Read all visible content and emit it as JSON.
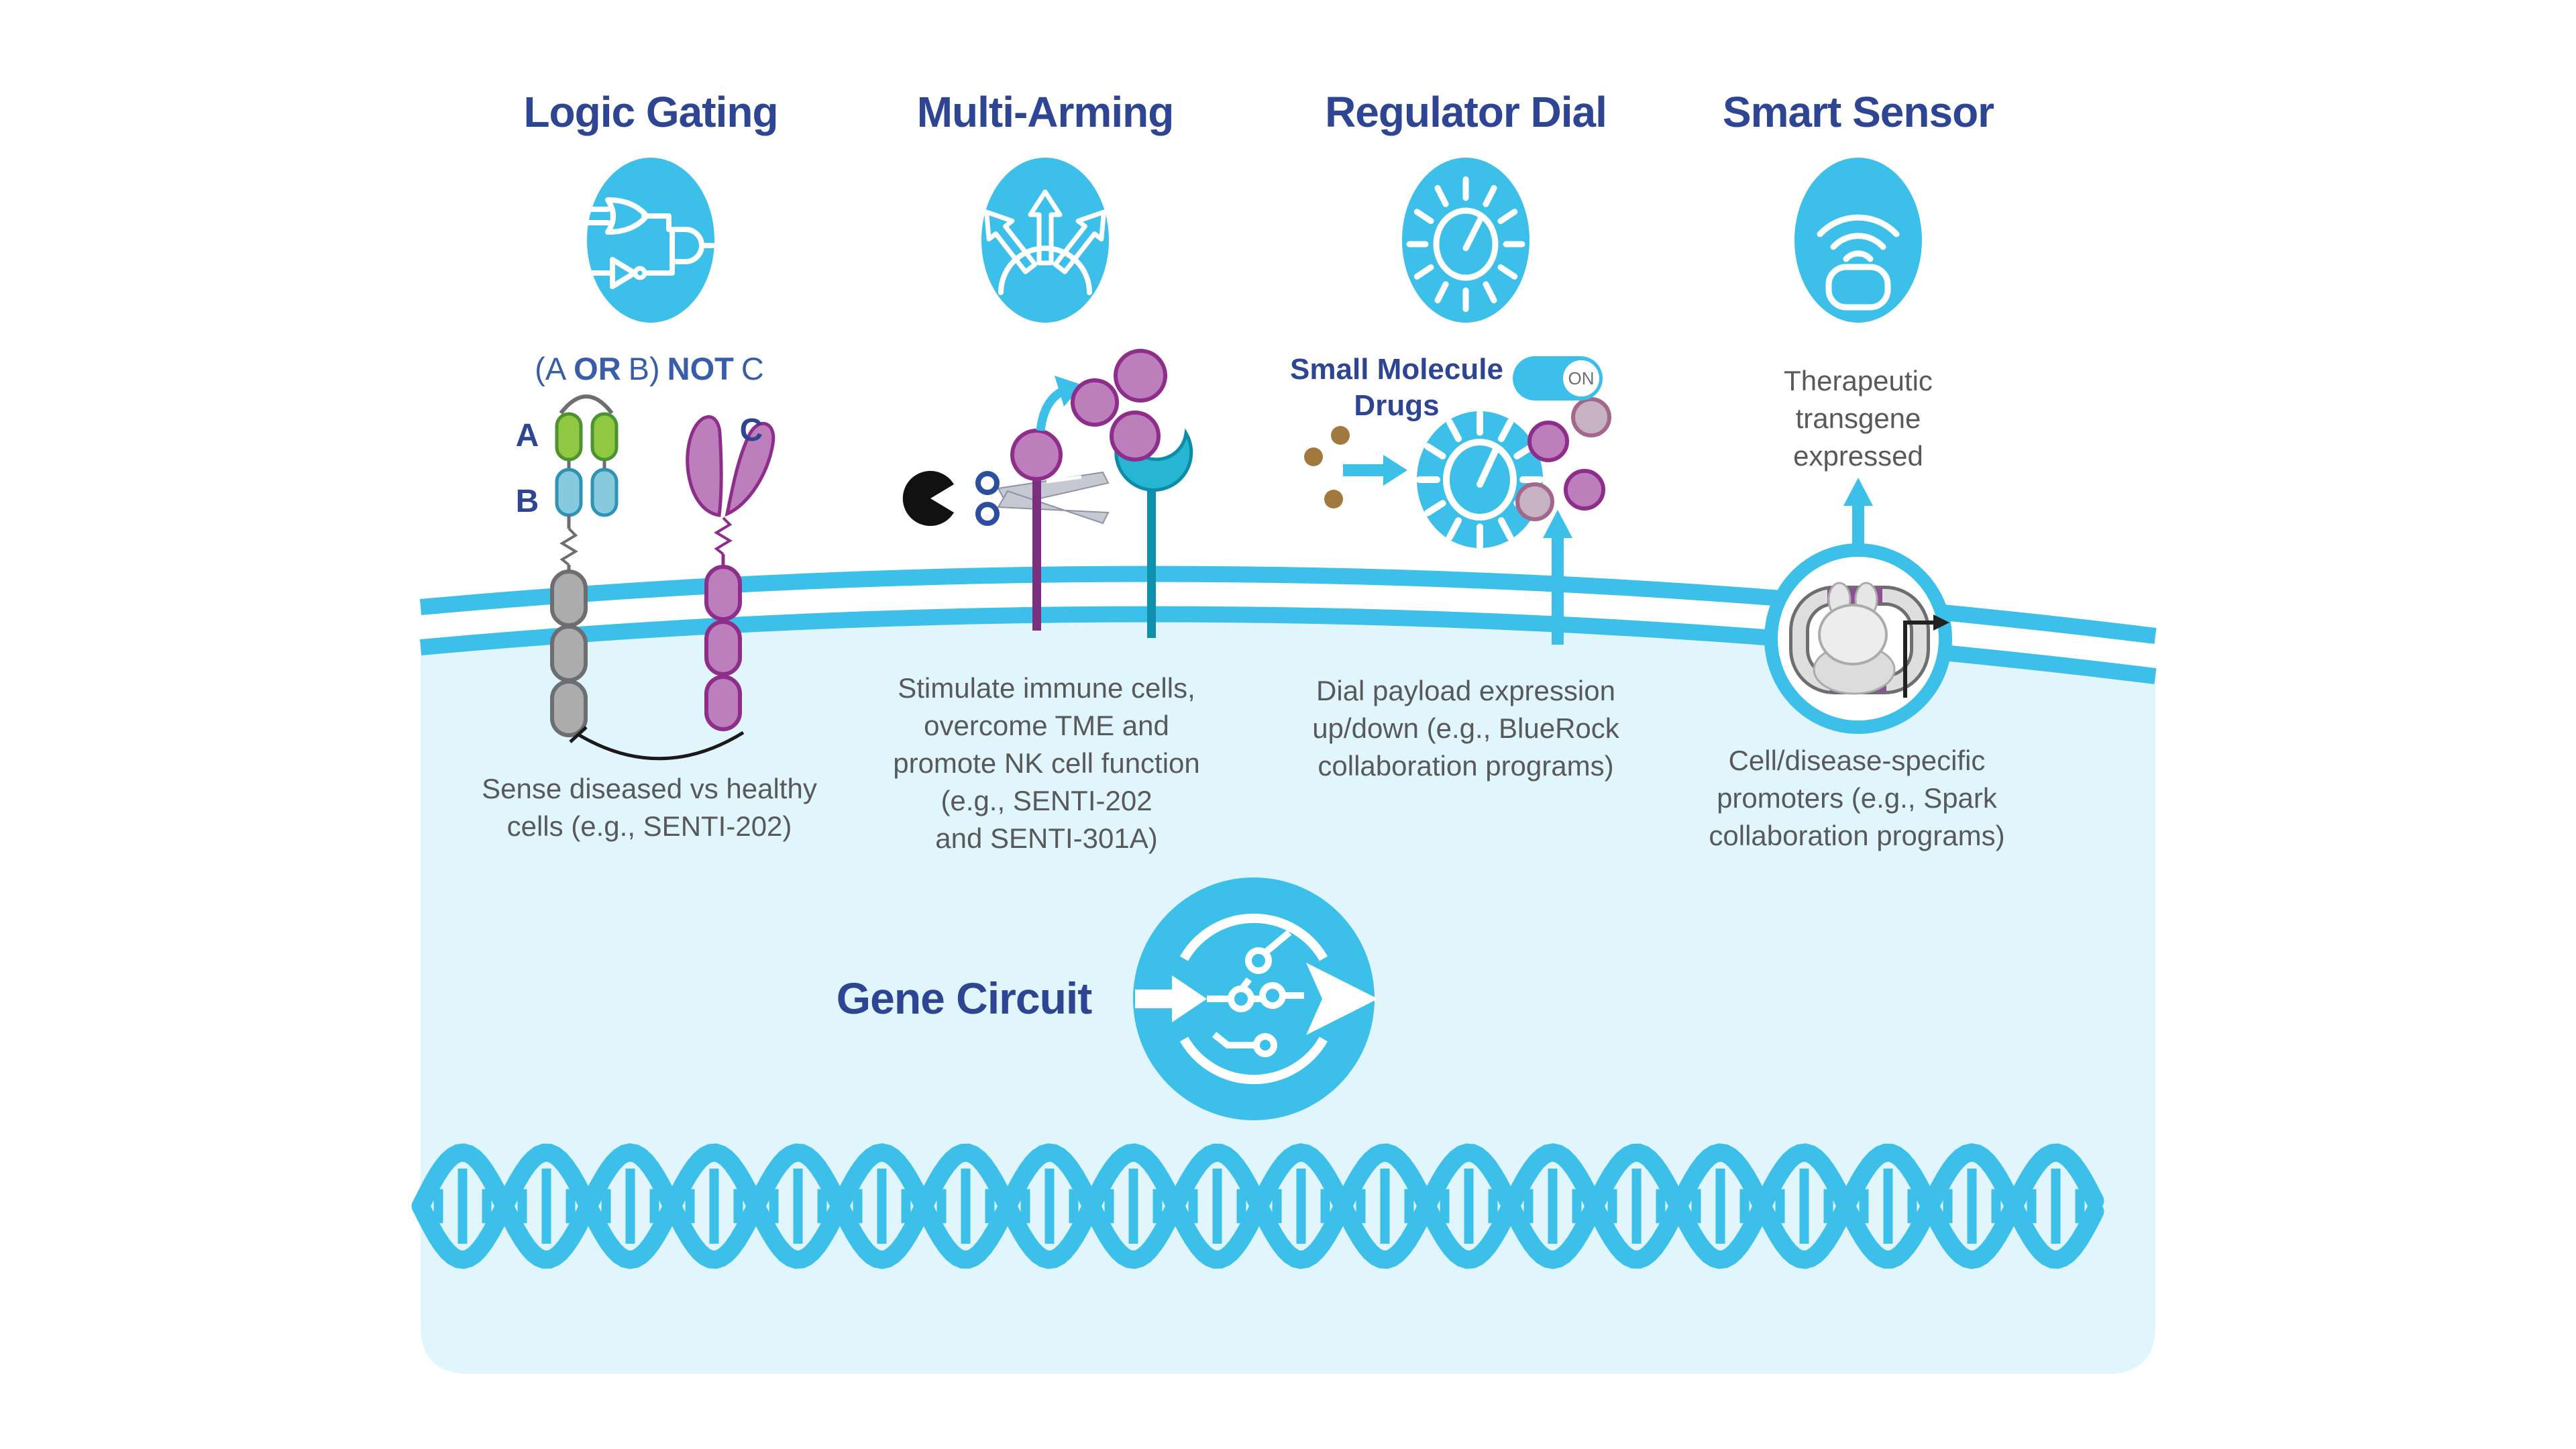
{
  "colors": {
    "cyan": "#3CC0E9",
    "cyan_deep": "#26B6D4",
    "navy": "#2E4593",
    "blue": "#3A5DA9",
    "gray": "#58595B",
    "lightblue": "#E1F5FC",
    "green": "#90C844",
    "green_border": "#4B9430",
    "teal": "#87C9DD",
    "teal_border": "#2E93B4",
    "gray_fill": "#ACACAC",
    "gray_border": "#6D6E71",
    "purple": "#BC7FBC",
    "purple_border": "#8F2D8B",
    "pink_muted": "#C7B2C4",
    "pink_muted_border": "#A2678B",
    "brown": "#A1793F"
  },
  "header": {
    "columns": [
      {
        "label": "Logic Gating",
        "icon": "logic-gates-icon"
      },
      {
        "label": "Multi-Arming",
        "icon": "fanning-arrows-icon"
      },
      {
        "label": "Regulator Dial",
        "icon": "dial-icon"
      },
      {
        "label": "Smart Sensor",
        "icon": "wireless-sensor-icon"
      }
    ]
  },
  "logic": {
    "formula": {
      "p1": "(A",
      "p2": "OR",
      "p3": "B)",
      "p4": "NOT",
      "p5": "C"
    },
    "receptor_labels": {
      "a": "A",
      "b": "B",
      "c": "C"
    },
    "caption": "Sense diseased vs healthy\ncells (e.g., SENTI-202)"
  },
  "multi_arming": {
    "caption": "Stimulate immune cells,\novercome TME and\npromote NK cell function\n(e.g., SENTI-202\nand SENTI-301A)"
  },
  "regulator": {
    "drug_label": "Small Molecule\nDrugs",
    "toggle_state": "ON",
    "caption": "Dial payload expression\nup/down (e.g., BlueRock\ncollaboration programs)"
  },
  "smart_sensor": {
    "expression_label": "Therapeutic\ntransgene\nexpressed",
    "caption": "Cell/disease-specific\npromoters (e.g., Spark\ncollaboration programs)"
  },
  "gene_circuit": {
    "label": "Gene Circuit"
  }
}
